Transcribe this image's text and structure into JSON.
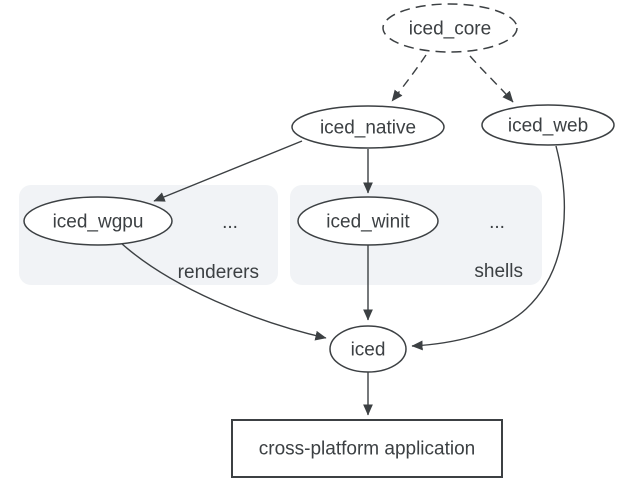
{
  "diagram": {
    "colors": {
      "background": "#ffffff",
      "node_fill": "#ffffff",
      "stroke": "#3c4043",
      "text": "#3c4043",
      "group_box_fill": "#f1f3f6",
      "group_label_accent": "#1a73e8"
    },
    "nodes": {
      "iced_core": {
        "label": "iced_core",
        "shape": "ellipse",
        "border": "dashed"
      },
      "iced_native": {
        "label": "iced_native",
        "shape": "ellipse",
        "border": "solid"
      },
      "iced_web": {
        "label": "iced_web",
        "shape": "ellipse",
        "border": "solid"
      },
      "iced_wgpu": {
        "label": "iced_wgpu",
        "shape": "ellipse",
        "border": "solid",
        "group": "renderers"
      },
      "iced_winit": {
        "label": "iced_winit",
        "shape": "ellipse",
        "border": "solid",
        "group": "shells"
      },
      "iced": {
        "label": "iced",
        "shape": "ellipse",
        "border": "solid"
      },
      "app": {
        "label": "cross-platform application",
        "shape": "rect",
        "border": "solid"
      }
    },
    "groups": {
      "renderers": {
        "label": "renderers",
        "ellipsis": "..."
      },
      "shells": {
        "label": "shells",
        "ellipsis": "..."
      }
    },
    "edges": [
      {
        "from": "iced_core",
        "to": "iced_native",
        "style": "dashed"
      },
      {
        "from": "iced_core",
        "to": "iced_web",
        "style": "dashed"
      },
      {
        "from": "iced_native",
        "to": "iced_wgpu",
        "style": "solid"
      },
      {
        "from": "iced_native",
        "to": "iced_winit",
        "style": "solid"
      },
      {
        "from": "iced_wgpu",
        "to": "iced",
        "style": "solid"
      },
      {
        "from": "iced_winit",
        "to": "iced",
        "style": "solid"
      },
      {
        "from": "iced_web",
        "to": "iced",
        "style": "solid"
      },
      {
        "from": "iced",
        "to": "app",
        "style": "solid"
      }
    ]
  }
}
